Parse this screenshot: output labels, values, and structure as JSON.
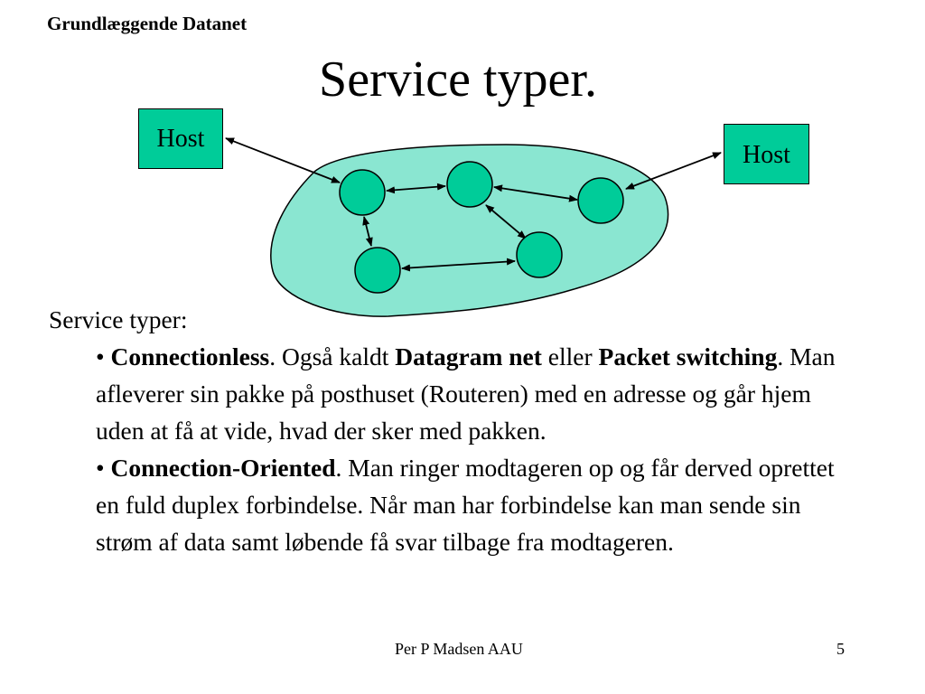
{
  "header": {
    "course": "Grundlæggende Datanet"
  },
  "slide": {
    "title": "Service typer."
  },
  "diagram": {
    "host_left_label": "Host",
    "host_right_label": "Host",
    "cloud_color": "#8ae6d1",
    "node_color": "#00cc99"
  },
  "content": {
    "intro": "Service typer:",
    "bullet1": {
      "marker": "•",
      "term1": "Connectionless",
      "text1": ". Også kaldt ",
      "term2": "Datagram net",
      "text2": " eller ",
      "term3": "Packet switching",
      "text3": ". Man afleverer sin pakke på posthuset (Routeren) med en adresse og går hjem uden at få at vide, hvad der sker med pakken."
    },
    "bullet2": {
      "marker": "•",
      "term1": "Connection-Oriented",
      "text1": ". Man ringer modtageren op og får derved oprettet en fuld duplex forbindelse. Når man har forbindelse kan man sende sin strøm af data samt løbende få svar tilbage fra modtageren."
    }
  },
  "footer": {
    "author": "Per P Madsen AAU",
    "page_number": "5"
  }
}
